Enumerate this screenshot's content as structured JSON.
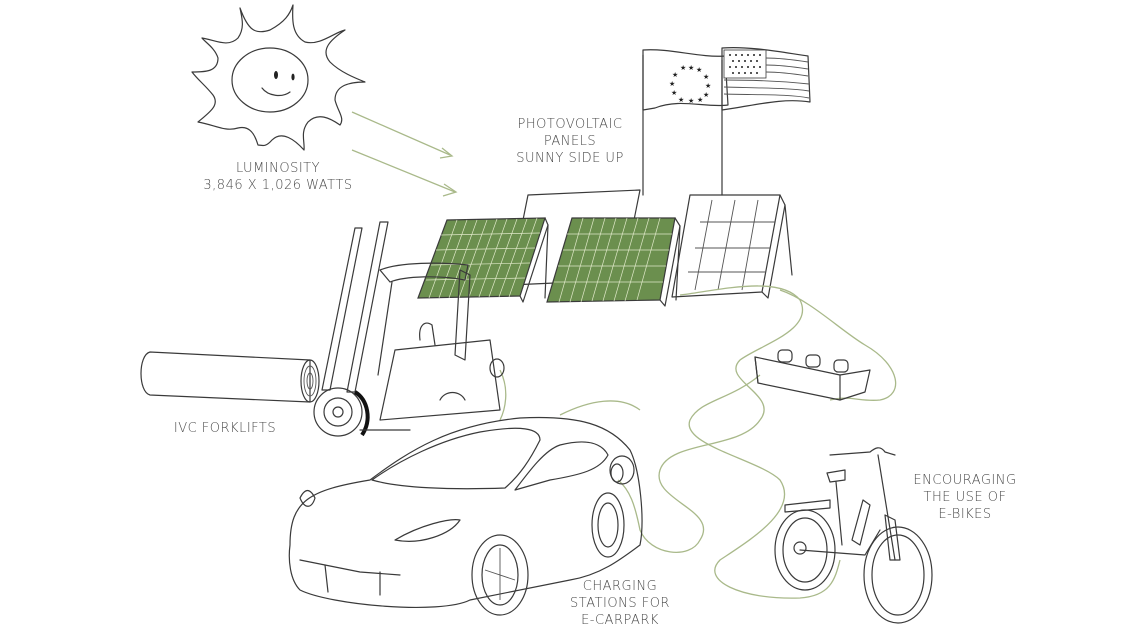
{
  "illustration": {
    "theme": "Renewable energy at site",
    "colors": {
      "line": "#3a3a3a",
      "panel_green": "#6b8f4e",
      "cable_green": "#a9b98a",
      "background": "#ffffff",
      "label_text": "#4a4a4a"
    },
    "labels": {
      "luminosity": {
        "line1": "LUMINOSITY",
        "line2": "3,846 X 1,026 WATTS"
      },
      "panels": {
        "line1": "PHOTOVOLTAIC",
        "line2": "PANELS",
        "line3": "SUNNY SIDE UP"
      },
      "forklifts": {
        "line1": "IVC FORKLIFTS"
      },
      "charging": {
        "line1": "CHARGING",
        "line2": "STATIONS FOR",
        "line3": "E-CARPARK"
      },
      "ebikes": {
        "line1": "ENCOURAGING",
        "line2": "THE USE OF",
        "line3": "E-BIKES"
      }
    },
    "elements": [
      "sun-icon",
      "eu-flag-icon",
      "us-flag-icon",
      "solar-panel-icon",
      "power-strip-icon",
      "forklift-icon",
      "carpet-roll-icon",
      "electric-car-icon",
      "e-bike-icon"
    ]
  }
}
